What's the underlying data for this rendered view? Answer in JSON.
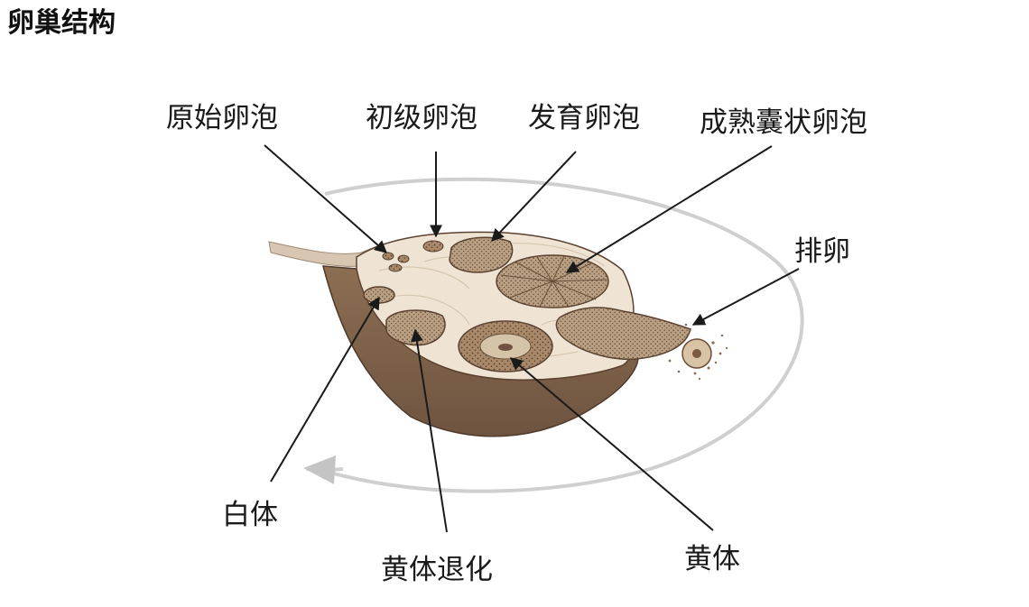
{
  "title": "卵巢结构",
  "labels": {
    "primordial_follicle": "原始卵泡",
    "primary_follicle": "初级卵泡",
    "developing_follicle": "发育卵泡",
    "mature_follicle": "成熟囊状卵泡",
    "ovulation": "排卵",
    "corpus_albicans": "白体",
    "corpus_luteum_regression": "黄体退化",
    "corpus_luteum": "黄体"
  },
  "colors": {
    "stroma": "#efe4d3",
    "tissue": "#8c6e52",
    "tissue_dark": "#6e5440",
    "cycle_ring": "#c8c8c8",
    "leader": "#1a1a1a"
  }
}
